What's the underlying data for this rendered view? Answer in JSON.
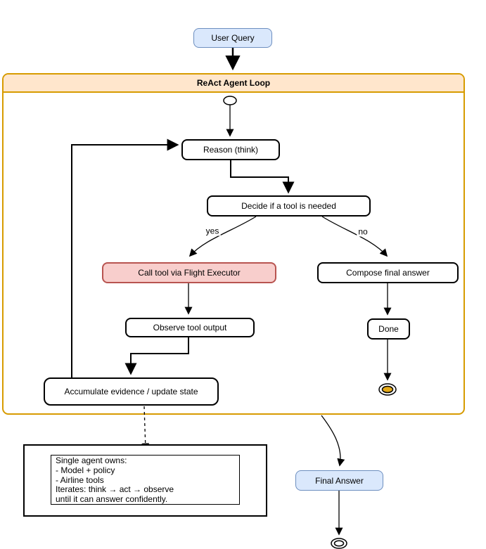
{
  "diagram": {
    "nodes": {
      "user_query": {
        "label": "User Query"
      },
      "loop_container": {
        "label": "ReAct Agent Loop"
      },
      "reason": {
        "label": "Reason (think)"
      },
      "decide": {
        "label": "Decide if a tool is needed"
      },
      "call_tool": {
        "label": "Call tool via Flight Executor"
      },
      "observe": {
        "label": "Observe tool output"
      },
      "accumulate": {
        "label": "Accumulate evidence / update state"
      },
      "compose": {
        "label": "Compose final answer"
      },
      "done": {
        "label": "Done"
      },
      "final_answer": {
        "label": "Final Answer"
      }
    },
    "edge_labels": {
      "yes": "yes",
      "no": "no"
    },
    "note": {
      "lines": [
        "Single agent owns:",
        "- Model + policy",
        "- Airline tools",
        "Iterates: think → act → observe",
        "until it can answer confidently."
      ]
    },
    "colors": {
      "blue_fill": "#DAE8FC",
      "blue_border": "#6C8EBF",
      "container_header_fill": "#FFE6CC",
      "container_border": "#D79B00",
      "red_fill": "#F8CECC",
      "red_border": "#B85450",
      "terminate_fill": "#E3A817",
      "edge_color": "#000000"
    }
  }
}
